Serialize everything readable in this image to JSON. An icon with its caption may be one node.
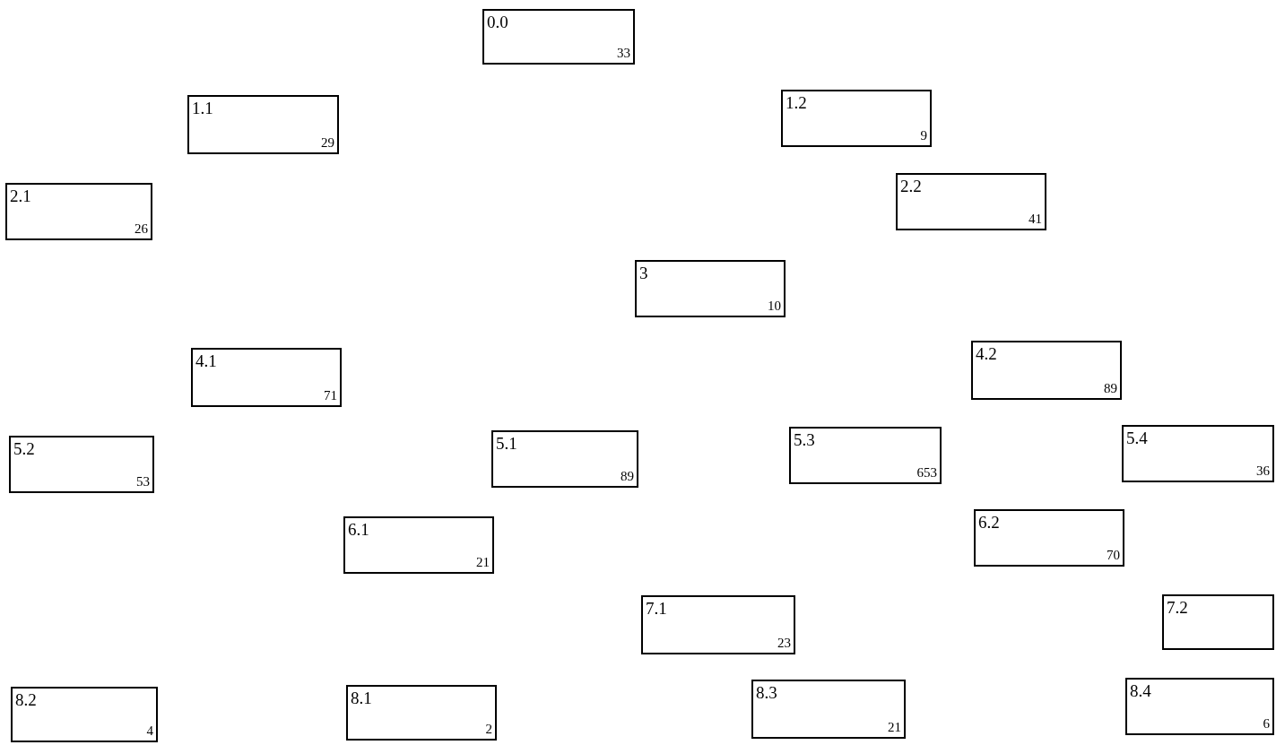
{
  "diagram": {
    "nodes": [
      {
        "text": [
          "0.0",
          "33"
        ]
      },
      {
        "text": [
          "1.1",
          "29"
        ]
      },
      {
        "text": [
          "1.2",
          "9"
        ]
      },
      {
        "text": [
          "2.1",
          "26"
        ]
      },
      {
        "text": [
          "2.2",
          "41"
        ]
      },
      {
        "text": [
          "3",
          "10"
        ]
      },
      {
        "text": [
          "4.1",
          "71"
        ]
      },
      {
        "text": [
          "4.2",
          "89"
        ]
      },
      {
        "text": [
          "5.2",
          "53"
        ]
      },
      {
        "text": [
          "5.1",
          "89"
        ]
      },
      {
        "text": [
          "5.3",
          "653"
        ]
      },
      {
        "text": [
          "5.4",
          "36"
        ]
      },
      {
        "text": [
          "6.1",
          "21"
        ]
      },
      {
        "text": [
          "6.2",
          "70"
        ]
      },
      {
        "text": [
          "7.1",
          "23"
        ]
      },
      {
        "text": [
          "7.2"
        ]
      },
      {
        "text": [
          "8.2",
          "4"
        ]
      },
      {
        "text": [
          "8.1",
          "2"
        ]
      },
      {
        "text": [
          "8.3",
          "21"
        ]
      },
      {
        "text": [
          "8.4",
          "6"
        ]
      }
    ]
  }
}
